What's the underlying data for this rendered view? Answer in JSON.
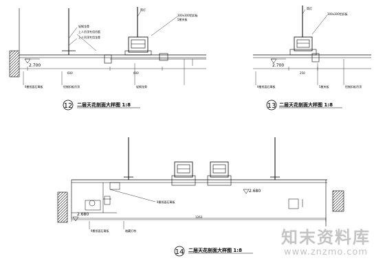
{
  "details": [
    {
      "number": "12",
      "title": "二层天花剖面大样图 1:8",
      "elevation": "2.700",
      "dims": [
        "600",
        "600"
      ],
      "labels": {
        "light": "筒灯",
        "note_a": "轻钢龙骨",
        "note_b": "上人吊顶专用吊筋",
        "note_c": "上人吊顶专用龙骨",
        "note_d": "300x300铝扣板",
        "note_e": "5厘夹板",
        "note_f": "9厘纸面石膏板",
        "note_g": "铝制扣板吊顶",
        "note_h": "轻钢龙骨"
      }
    },
    {
      "number": "13",
      "title": "二层天花剖面大样图 1:8",
      "elevation": "2.700",
      "dims": [
        "250"
      ],
      "labels": {
        "light": "筒灯",
        "note_a": "300x300铝扣板",
        "note_b": "9厘纸面石膏板",
        "note_c": "5厘夹板",
        "note_d": "铝制扣板吊顶"
      }
    },
    {
      "number": "14",
      "title": "二层天花剖面大样图 1:8",
      "elevation_left": "2.680",
      "elevation_right": "2.680",
      "dims": [
        "1263"
      ],
      "labels": {
        "note_a": "9厘纸面石膏板",
        "note_b": "9厘纸面石膏板",
        "note_c": "暗藏灯带"
      }
    }
  ],
  "watermark": {
    "main": "知末资料库",
    "sub": "www.znzmo.com"
  }
}
